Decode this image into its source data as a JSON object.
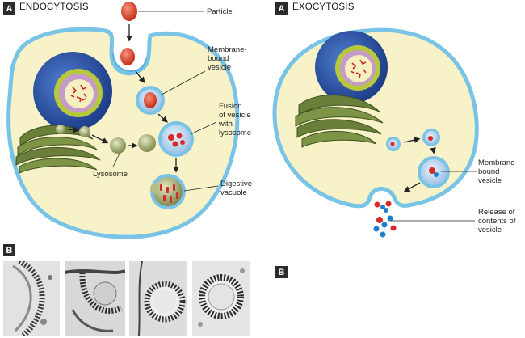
{
  "left_panel": {
    "badge": "A",
    "title": "ENDOCYTOSIS",
    "labels": {
      "particle": "Particle",
      "membrane_bound_vesicle": [
        "Membrane-",
        "bound",
        "vesicle"
      ],
      "fusion": [
        "Fusion",
        "of vesicle",
        "with",
        "lysosome"
      ],
      "lysosome": "Lysosome",
      "digestive_vacuole": [
        "Digestive",
        "vacuole"
      ]
    }
  },
  "right_panel": {
    "badge": "A",
    "title": "EXOCYTOSIS",
    "labels": {
      "membrane_bound_vesicle": [
        "Membrane-",
        "bound",
        "vesicle"
      ],
      "release": [
        "Release of",
        "contents of",
        "vesicle"
      ]
    }
  },
  "micrographs": {
    "badge": "B"
  },
  "right_b_badge": "B",
  "colors": {
    "cytoplasm": "#f8f2c9",
    "membrane": "#79c3e6",
    "nucleus": "#2f56a6",
    "golgi": "#6a7f3a",
    "particle": "#e2452e",
    "vesicle_inner": "#cfe3f4",
    "lysosome": "#9aa56a",
    "release_blue": "#1e7fd0"
  }
}
